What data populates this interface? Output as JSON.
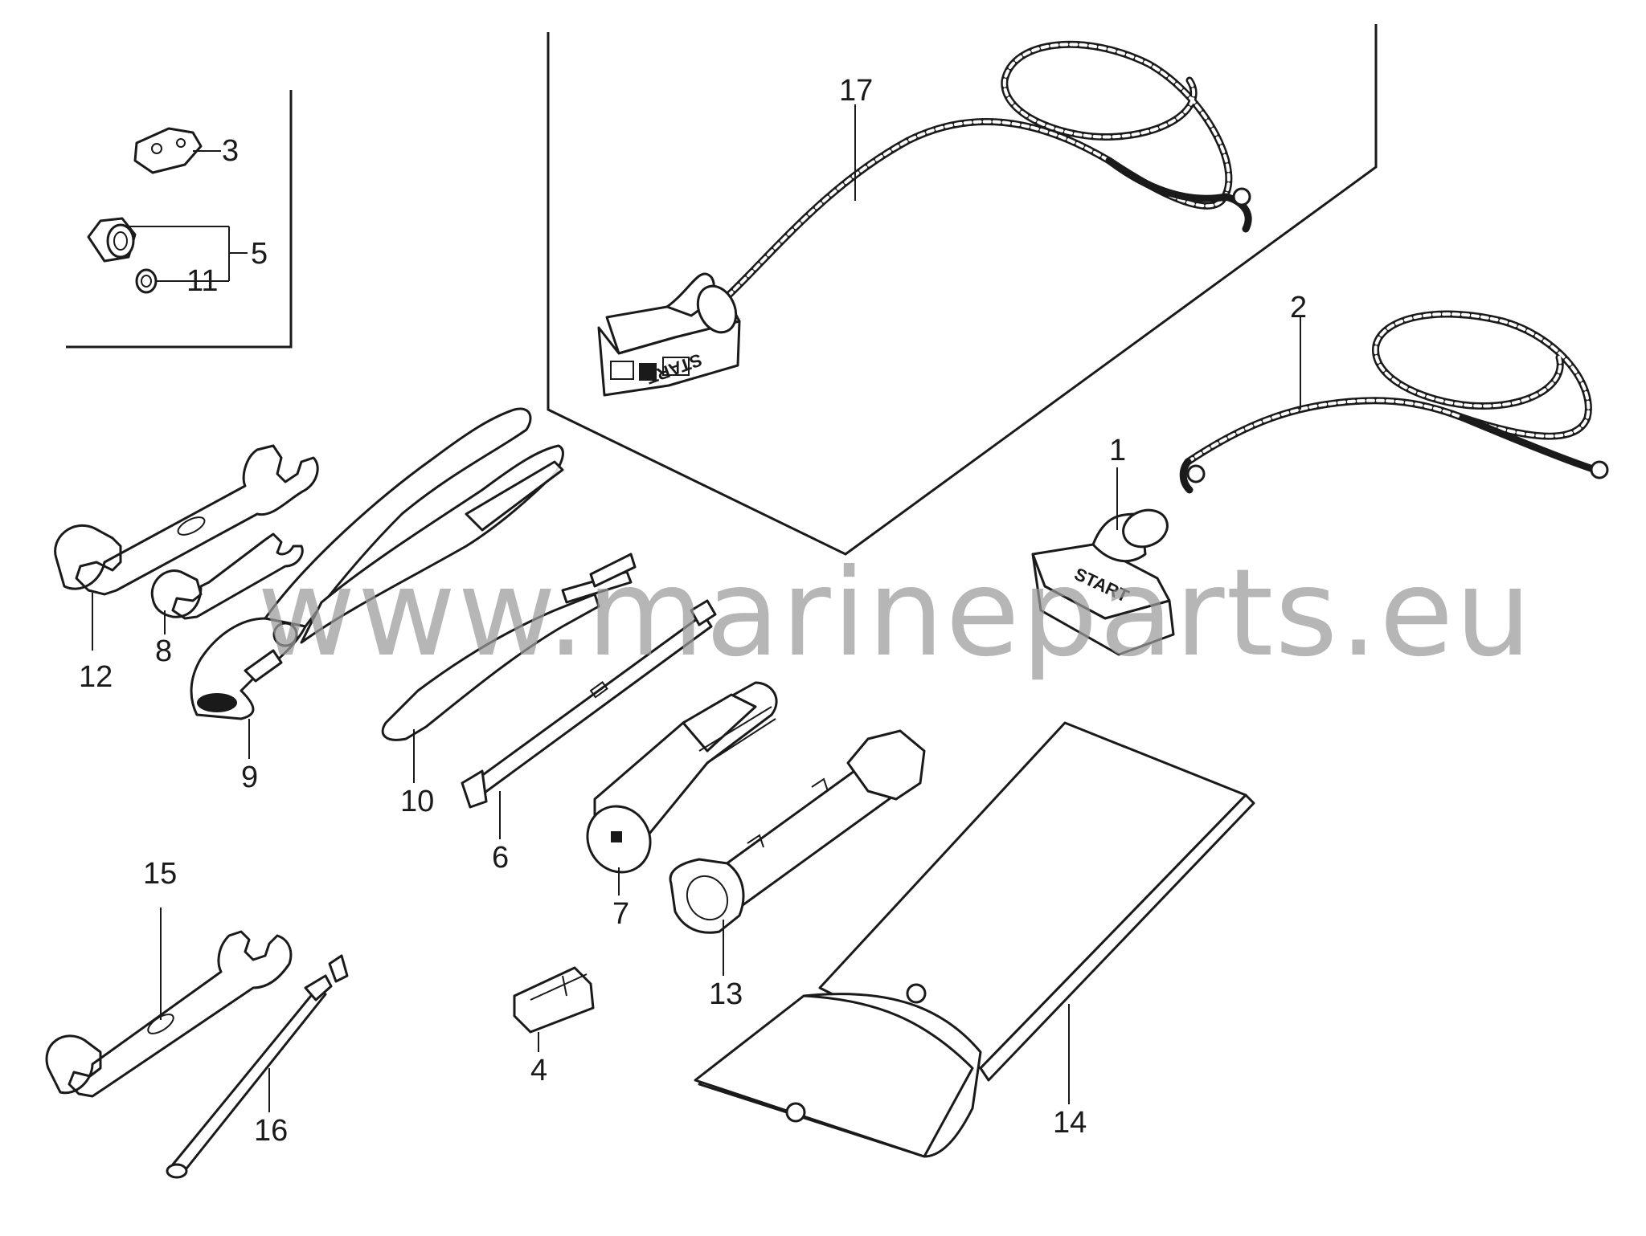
{
  "diagram": {
    "watermark": "www.marineparts.eu",
    "handle_text": "START",
    "callouts": [
      "1",
      "2",
      "3",
      "4",
      "5",
      "6",
      "7",
      "8",
      "9",
      "10",
      "11",
      "12",
      "13",
      "14",
      "15",
      "16",
      "17"
    ]
  }
}
